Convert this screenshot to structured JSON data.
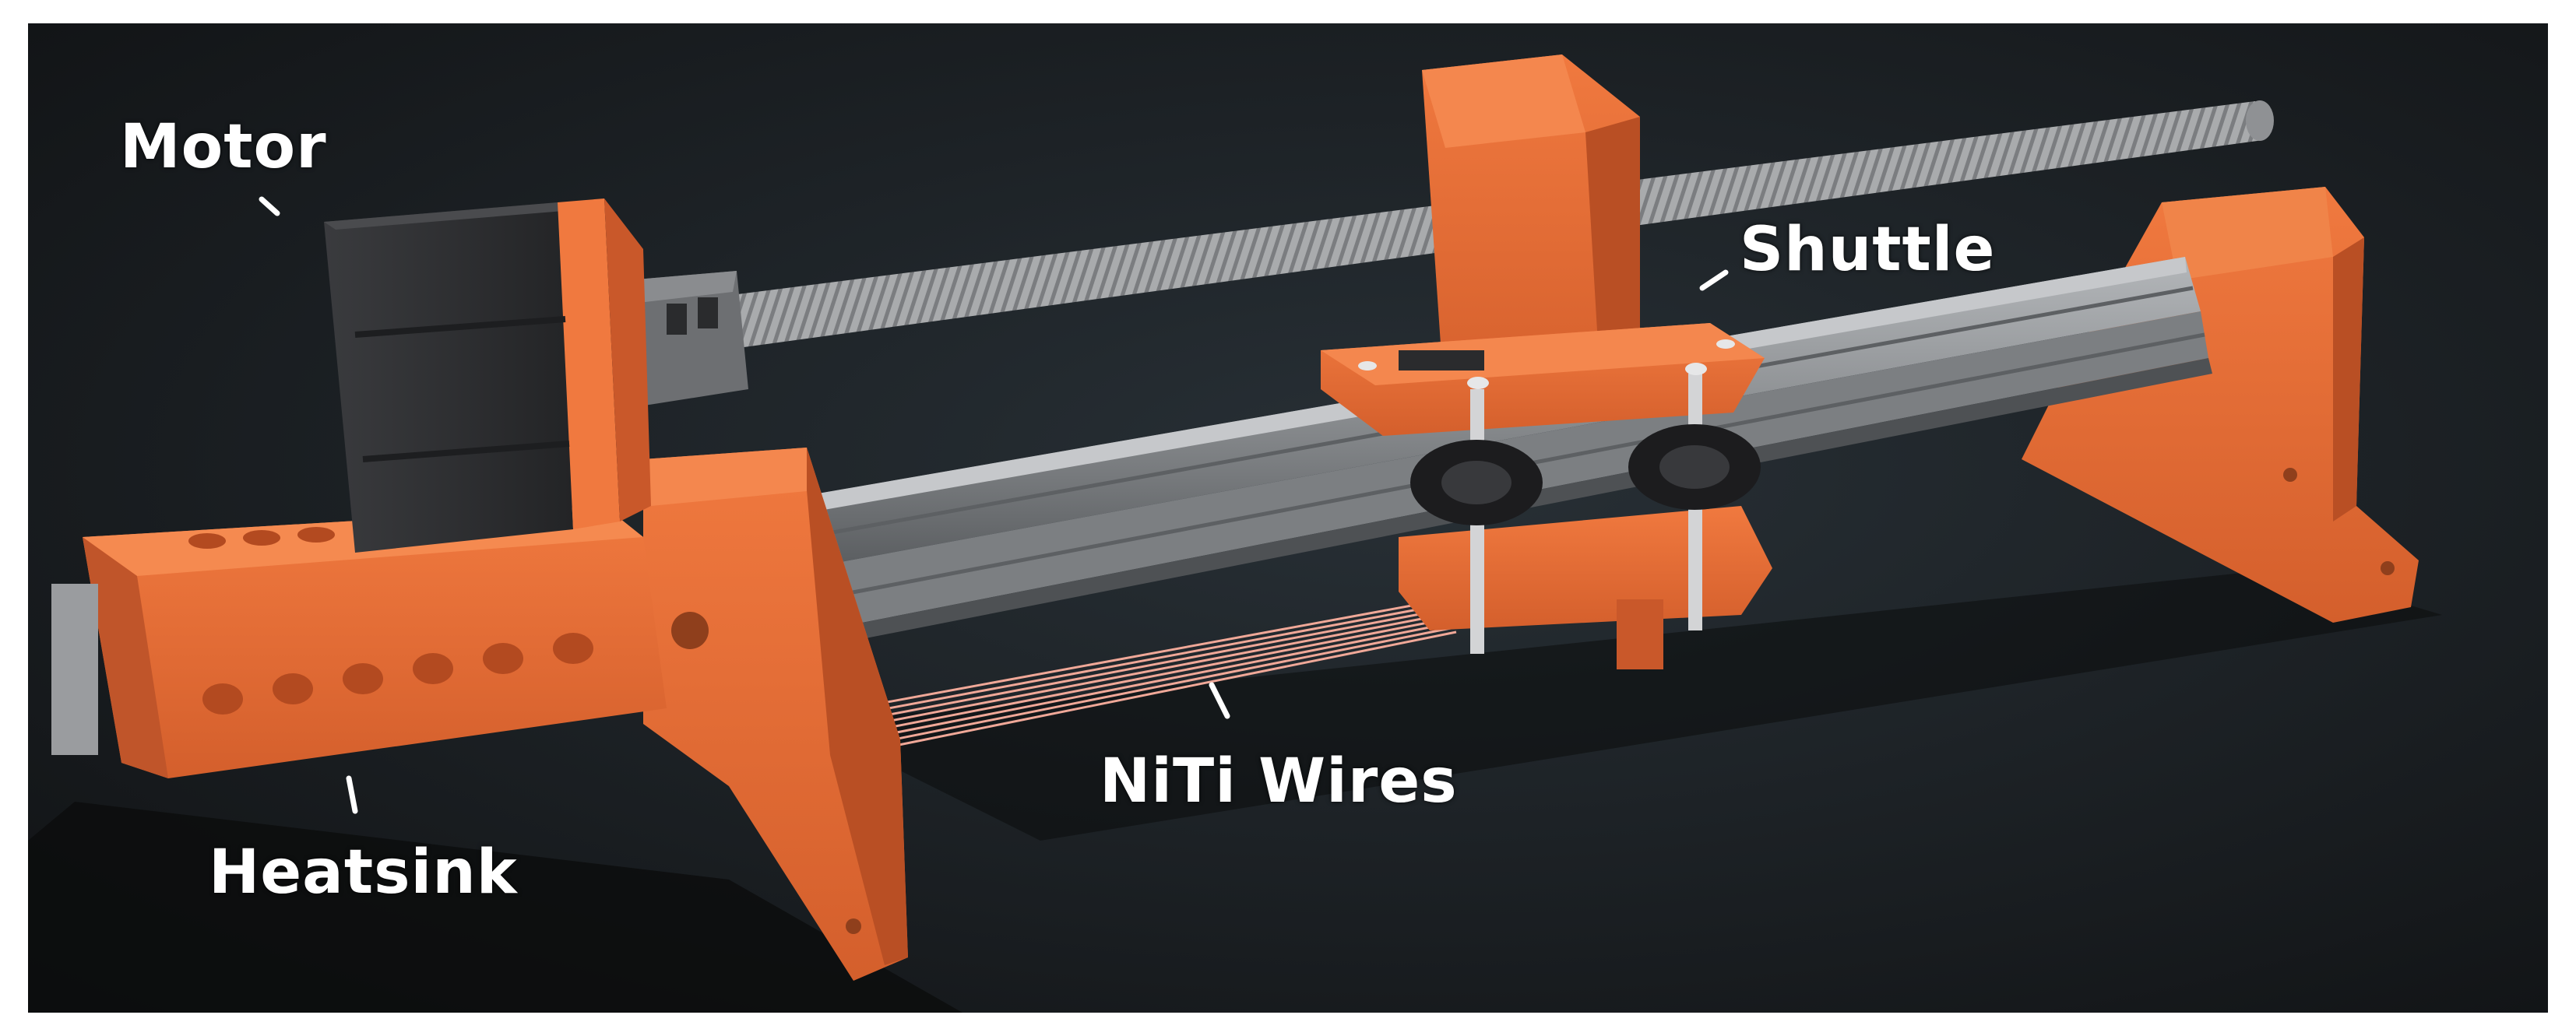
{
  "figure": {
    "labels": {
      "motor": "Motor",
      "shuttle": "Shuttle",
      "niti_wires": "NiTi Wires",
      "heatsink": "Heatsink"
    },
    "colors": {
      "background": "#15181b",
      "printed_parts": "#e8703a",
      "printed_parts_shade": "#c9582a",
      "aluminum_rail": "#8a8d90",
      "lead_screw": "#a6a8aa",
      "stepper_motor": "#2e2f31",
      "niti_wire": "#f0a898",
      "roller_wheel": "#1c1c1e",
      "label_text": "#ffffff"
    },
    "icons": {
      "motor": "stepper-motor-icon",
      "shuttle": "carriage-icon",
      "wires": "wire-bundle-icon",
      "heatsink": "heatsink-block-icon"
    }
  }
}
